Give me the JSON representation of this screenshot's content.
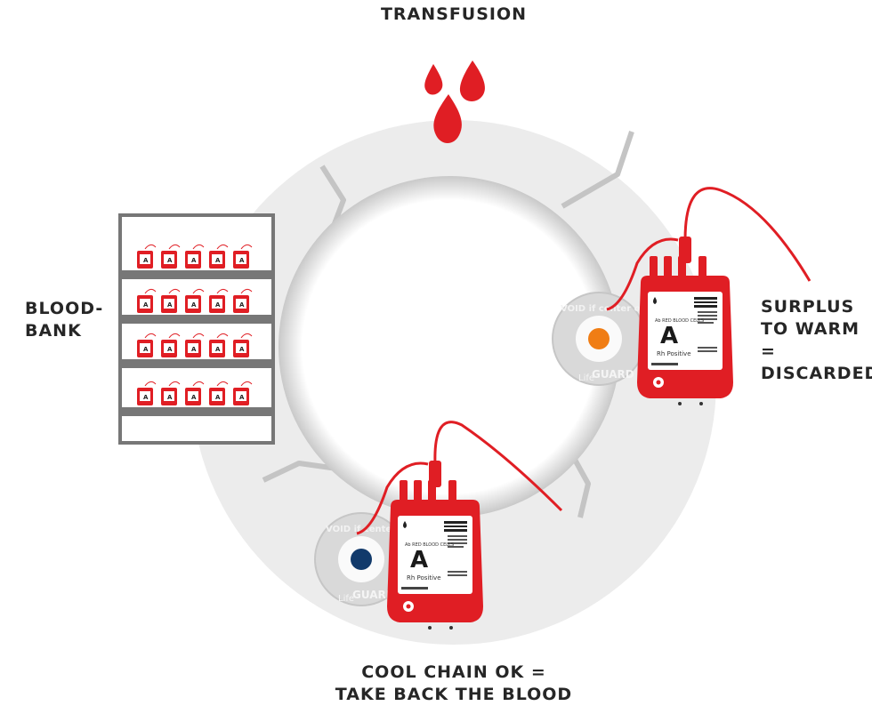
{
  "labels": {
    "transfusion": "TRANSFUSION",
    "blood_bank": [
      "BLOOD-",
      "BANK"
    ],
    "surplus": [
      "SURPLUS",
      "TO WARM =",
      "DISCARDED"
    ],
    "cool_chain": [
      "COOL CHAIN OK =",
      "TAKE BACK THE BLOOD"
    ]
  },
  "blood_bag": {
    "blood_group": "A",
    "rh": "Rh Positive",
    "product": "Ab RED BLOOD CELLS"
  },
  "indicator": {
    "ring_text": "VOID if center orange",
    "brand_small": "Life",
    "brand_big": "GUARD",
    "surplus_center_color": "#f07d14",
    "ok_center_color": "#123a6b"
  },
  "colors": {
    "blood_red": "#e01e24",
    "cycle_gray": "#ececec",
    "shelf_gray": "#777777"
  },
  "icons": [
    "blood-drops-icon",
    "blood-bank-shelf-icon",
    "blood-bag-icon",
    "temperature-indicator-icon"
  ]
}
